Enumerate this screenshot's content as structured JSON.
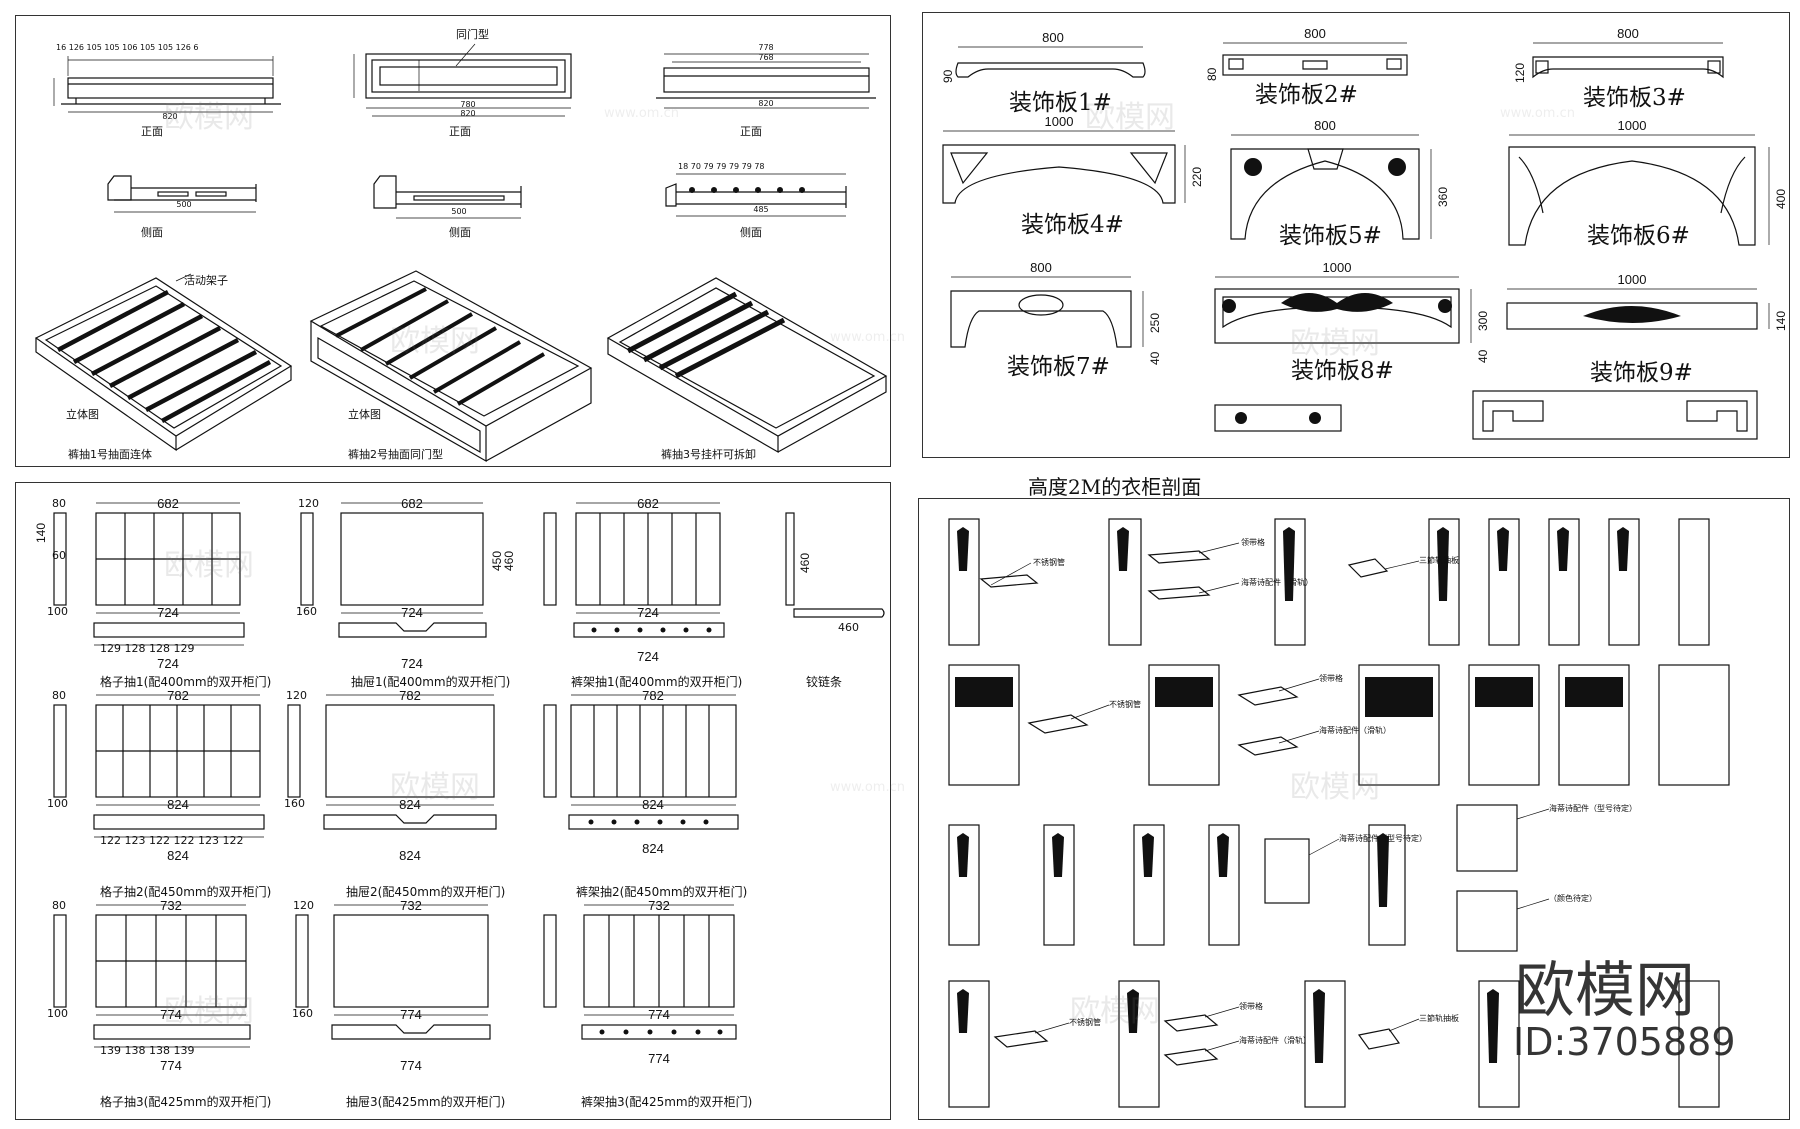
{
  "drawer_views": {
    "callouts": {
      "same_door": "同门型",
      "movable_rack": "活动架子"
    },
    "view_labels": {
      "front": "正面",
      "side": "侧面",
      "iso": "立体图"
    },
    "titles": [
      "裤抽1号抽面连体",
      "裤抽2号抽面同门型",
      "裤抽3号挂杆可拆卸"
    ],
    "dims": {
      "d1_top": "16 126 105 105 106 105 105 126 6",
      "d1_w": "820",
      "d2_inner": "780",
      "d2_w": "820",
      "d3_top": "778",
      "d3_mid": "768",
      "d3_w": "820",
      "side_w1": "500",
      "side_w2": "500",
      "side_w3": "485",
      "side3_top": "18 70 79 79 79 79 78"
    }
  },
  "panels": {
    "title_suffix": "#",
    "items": [
      {
        "name": "装饰板1",
        "w": "800",
        "h": "90"
      },
      {
        "name": "装饰板2",
        "w": "800",
        "h": "80"
      },
      {
        "name": "装饰板3",
        "w": "800",
        "h": "120"
      },
      {
        "name": "装饰板4",
        "w": "1000",
        "h": "220"
      },
      {
        "name": "装饰板5",
        "w": "800",
        "h": "360"
      },
      {
        "name": "装饰板6",
        "w": "1000",
        "h": "400"
      },
      {
        "name": "装饰板7",
        "w": "800",
        "h": "250",
        "h2": "40"
      },
      {
        "name": "装饰板8",
        "w": "1000",
        "h": "300",
        "h2": "40"
      },
      {
        "name": "装饰板9",
        "w": "1000",
        "h": "140"
      }
    ]
  },
  "drawers": {
    "rows": [
      {
        "grid": {
          "w": "682",
          "bw": "724",
          "parts": "129 128 128 129",
          "bottom": "724",
          "label": "格子抽1(配400mm的双开柜门)"
        },
        "tray": {
          "w": "682",
          "bw": "724",
          "bottom": "724",
          "label": "抽屉1(配400mm的双开柜门)"
        },
        "rack": {
          "w": "682",
          "bw": "724",
          "bottom": "724",
          "label": "裤架抽1(配400mm的双开柜门)"
        }
      },
      {
        "grid": {
          "w": "782",
          "bw": "824",
          "parts": "122 123 122 122 123 122",
          "bottom": "824",
          "label": "格子抽2(配450mm的双开柜门)"
        },
        "tray": {
          "w": "782",
          "bw": "824",
          "bottom": "824",
          "label": "抽屉2(配450mm的双开柜门)"
        },
        "rack": {
          "w": "782",
          "bw": "824",
          "bottom": "824",
          "label": "裤架抽2(配450mm的双开柜门)"
        }
      },
      {
        "grid": {
          "w": "732",
          "bw": "774",
          "parts": "139 138 138 139",
          "bottom": "774",
          "label": "格子抽3(配425mm的双开柜门)"
        },
        "tray": {
          "w": "732",
          "bw": "774",
          "bottom": "774",
          "label": "抽屉3(配425mm的双开柜门)"
        },
        "rack": {
          "w": "732",
          "bw": "774",
          "bottom": "774",
          "label": "裤架抽3(配425mm的双开柜门)"
        }
      }
    ],
    "side_dims": {
      "a": "80",
      "b": "140",
      "c": "60",
      "d": "100",
      "e": "120",
      "f": "160",
      "g": "450",
      "h": "460"
    },
    "hinge": {
      "label": "铰链条",
      "h": "460",
      "w": "460"
    }
  },
  "wardrobe": {
    "heading": "高度2M的衣柜剖面",
    "notes": {
      "steel_tube": "不锈钢管",
      "hafele": "海蒂诗配件（滑轨）",
      "tie_rack": "领带格",
      "slide3": "三節轨抽板",
      "hafele_spec": "海蒂诗配件（型号待定）",
      "color_spec": "（颜色待定）"
    }
  },
  "watermarks": {
    "site": "www.om.cn",
    "brand": "欧模网",
    "id": "ID:3705889"
  }
}
